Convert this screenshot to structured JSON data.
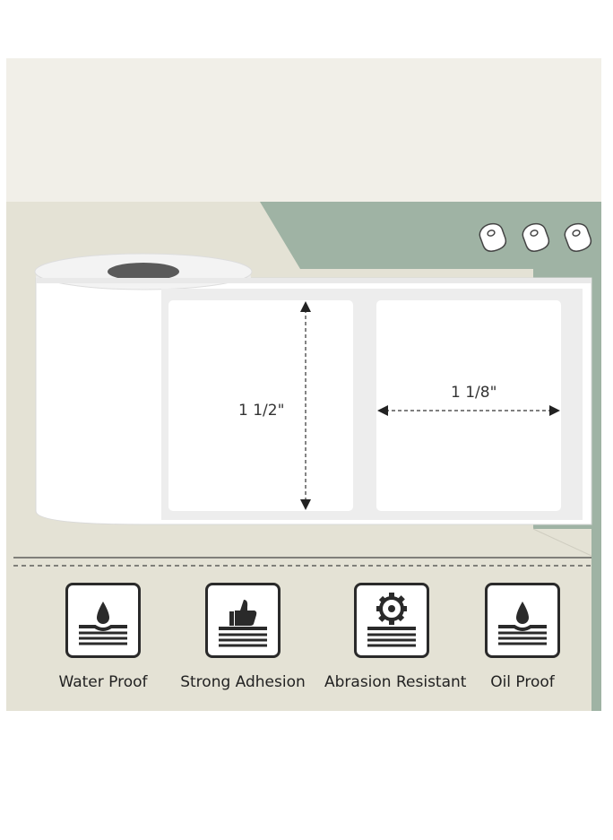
{
  "colors": {
    "background_top": "#f1efe8",
    "background_bottom": "#e4e2d5",
    "accent_green": "#9fb3a4",
    "label_white": "#ffffff",
    "icon_stroke": "#2a2a2a"
  },
  "dimensions": {
    "height_label": "1 1/2\"",
    "width_label": "1 1/8\""
  },
  "features": [
    {
      "label": "Water Proof",
      "icon": "water-drop-layers-icon"
    },
    {
      "label": "Strong Adhesion",
      "icon": "thumbs-up-layers-icon"
    },
    {
      "label": "Abrasion Resistant",
      "icon": "gear-layers-icon"
    },
    {
      "label": "Oil Proof",
      "icon": "oil-drop-layers-icon"
    }
  ]
}
